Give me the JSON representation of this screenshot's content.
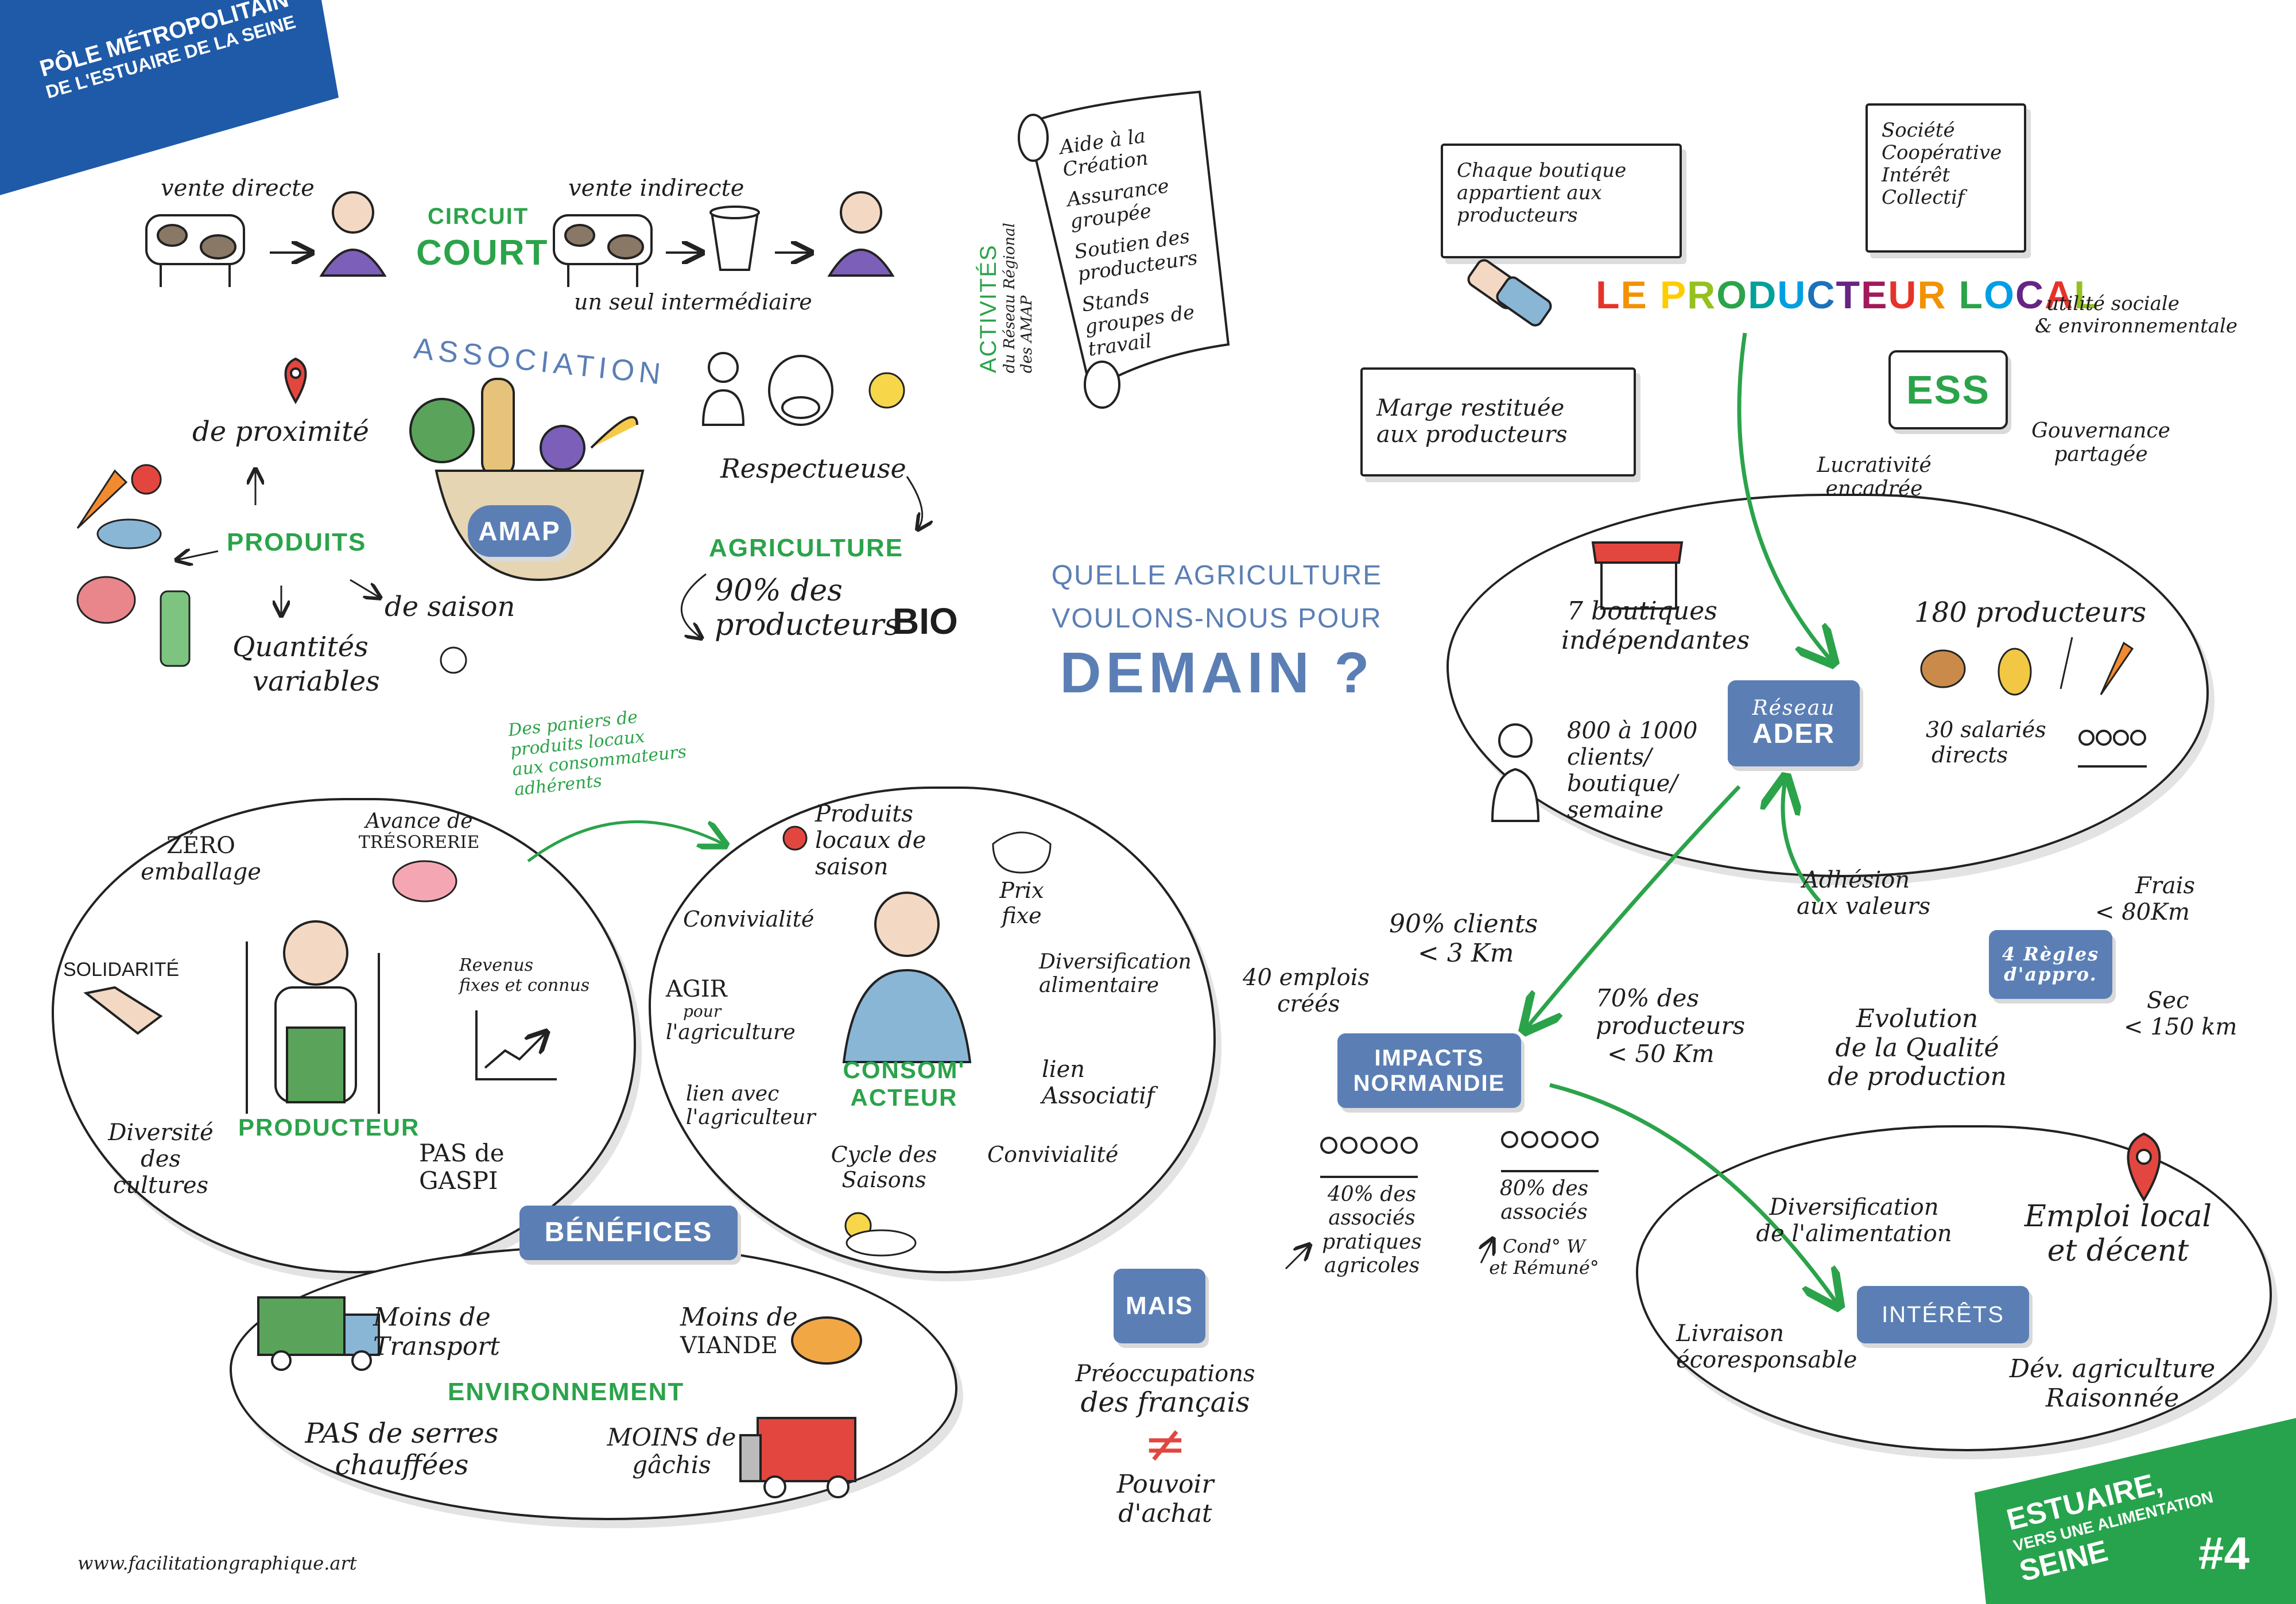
{
  "corner_banner": {
    "line1": "PÔLE MÉTROPOLITAIN",
    "line2": "DE L'ESTUAIRE DE LA SEINE",
    "color": "#1f5aa8"
  },
  "footer_banner": {
    "line1": "ESTUAIRE,",
    "line2": "VERS UNE ALIMENTATION",
    "line3": "SEINE",
    "number": "#4",
    "color": "#26a34c"
  },
  "signature": "www.facilitationgraphique.art",
  "central_question": {
    "line1": "QUELLE AGRICULTURE",
    "line2": "VOULONS-NOUS POUR",
    "line3": "DEMAIN ?"
  },
  "circuit": {
    "title1": "CIRCUIT",
    "title2": "COURT",
    "vente_directe": "vente directe",
    "vente_indirecte": "vente indirecte",
    "intermediaire": "un seul intermédiaire"
  },
  "association": {
    "title": "ASSOCIATION",
    "amap": "AMAP"
  },
  "produits": {
    "title": "PRODUITS",
    "proximite": "de proximité",
    "saison": "de saison",
    "quantites1": "Quantités",
    "quantites2": "variables"
  },
  "agriculture": {
    "title": "AGRICULTURE",
    "respectueuse": "Respectueuse",
    "bio1": "90% des",
    "bio2": "producteurs",
    "bio3": "BIO"
  },
  "activites": {
    "title": "ACTIVITÉS",
    "subtitle1": "du Réseau Régional",
    "subtitle2": "des AMAP",
    "items": [
      "Aide à la Création",
      "Assurance groupée",
      "Soutien des producteurs",
      "Stands groupes de travail"
    ]
  },
  "benefices": {
    "badge": "BÉNÉFICES",
    "paniers1": "Des paniers de",
    "paniers2": "produits locaux",
    "paniers3": "aux consommateurs",
    "paniers4": "adhérents",
    "producteur": {
      "title": "PRODUCTEUR",
      "zero1": "ZÉRO",
      "zero2": "emballage",
      "avance1": "Avance de",
      "avance2": "TRÉSORERIE",
      "solidarite": "SOLIDARITÉ",
      "revenus1": "Revenus",
      "revenus2": "fixes et connus",
      "diversite1": "Diversité",
      "diversite2": "des",
      "diversite3": "cultures",
      "gaspi1": "PAS de",
      "gaspi2": "GASPI"
    },
    "consomacteur": {
      "title1": "CONSOM'",
      "title2": "ACTEUR",
      "produits1": "Produits",
      "produits2": "locaux de",
      "produits3": "saison",
      "prix1": "Prix",
      "prix2": "fixe",
      "convivialite": "Convivialité",
      "diversification1": "Diversification",
      "diversification2": "alimentaire",
      "agir1": "AGIR",
      "agir2": "pour",
      "agir3": "l'agriculture",
      "lien_assoc1": "lien",
      "lien_assoc2": "Associatif",
      "lien_agri1": "lien avec",
      "lien_agri2": "l'agriculteur",
      "cycle1": "Cycle des",
      "cycle2": "Saisons",
      "convivialite2": "Convivialité"
    },
    "environnement": {
      "title": "ENVIRONNEMENT",
      "transport1": "Moins de",
      "transport2": "Transport",
      "viande1": "Moins de",
      "viande2": "VIANDE",
      "serres1": "PAS de serres",
      "serres2": "chauffées",
      "gachis1": "MOINS de",
      "gachis2": "gâchis"
    }
  },
  "mais": {
    "badge": "MAIS",
    "preoccupations1": "Préoccupations",
    "preoccupations2": "des français",
    "symbol": "≠",
    "pouvoir1": "Pouvoir",
    "pouvoir2": "d'achat"
  },
  "producteur_local": {
    "title": "LE PRODUCTEUR LOCAL",
    "title_colors": [
      "#e6332a",
      "#f39200",
      "#ffcc00",
      "#95c11f",
      "#2ba34a",
      "#00a19a",
      "#009fe3",
      "#1d71b8",
      "#662483",
      "#a3195b",
      "#e6332a",
      "#f39200",
      "#2ba34a",
      "#009fe3",
      "#662483",
      "#e6332a",
      "#95c11f",
      "#1d71b8",
      "#f39200"
    ],
    "bubble_boutique": "Chaque boutique appartient aux producteurs",
    "bubble_marge1": "Marge restituée",
    "bubble_marge2": "aux producteurs",
    "bubble_scic": "Société Coopérative Intérêt Collectif",
    "ess": {
      "badge": "ESS",
      "utilite1": "utilité sociale",
      "utilite2": "& environnementale",
      "gouvernance1": "Gouvernance",
      "gouvernance2": "partagée",
      "lucrativite1": "Lucrativité",
      "lucrativite2": "encadrée"
    }
  },
  "reseau": {
    "badge1": "Réseau",
    "badge2": "ADER",
    "boutiques1": "7 boutiques",
    "boutiques2": "indépendantes",
    "producteurs": "180 producteurs",
    "clients1": "800 à 1000",
    "clients2": "clients/",
    "clients3": "boutique/",
    "clients4": "semaine",
    "salaries1": "30 salariés",
    "salaries2": "directs"
  },
  "regles": {
    "badge1": "4 Règles",
    "badge2": "d'appro.",
    "adhesion1": "Adhésion",
    "adhesion2": "aux valeurs",
    "frais1": "Frais",
    "frais2": "< 80Km",
    "sec1": "Sec",
    "sec2": "< 150 km",
    "evolution1": "Evolution",
    "evolution2": "de la Qualité",
    "evolution3": "de production"
  },
  "impacts": {
    "badge1": "IMPACTS",
    "badge2": "NORMANDIE",
    "emplois1": "40 emplois",
    "emplois2": "créés",
    "clients1": "90% clients",
    "clients2": "< 3 Km",
    "producteurs1": "70% des",
    "producteurs2": "producteurs",
    "producteurs3": "< 50 Km",
    "associes40_1": "40% des",
    "associes40_2": "associés",
    "associes40_3": "pratiques",
    "associes40_4": "agricoles",
    "associes80_1": "80% des",
    "associes80_2": "associés",
    "associes80_3": "Cond° W",
    "associes80_4": "et Rémuné°"
  },
  "interets": {
    "badge": "INTÉRÊTS",
    "diversification1": "Diversification",
    "diversification2": "de l'alimentation",
    "emploi1": "Emploi local",
    "emploi2": "et décent",
    "livraison1": "Livraison",
    "livraison2": "écoresponsable",
    "dev1": "Dév. agriculture",
    "dev2": "Raisonnée"
  },
  "colors": {
    "blue": "#5b7fb5",
    "green": "#2ba34a",
    "ink": "#1e1e1e",
    "red": "#e2463f"
  }
}
